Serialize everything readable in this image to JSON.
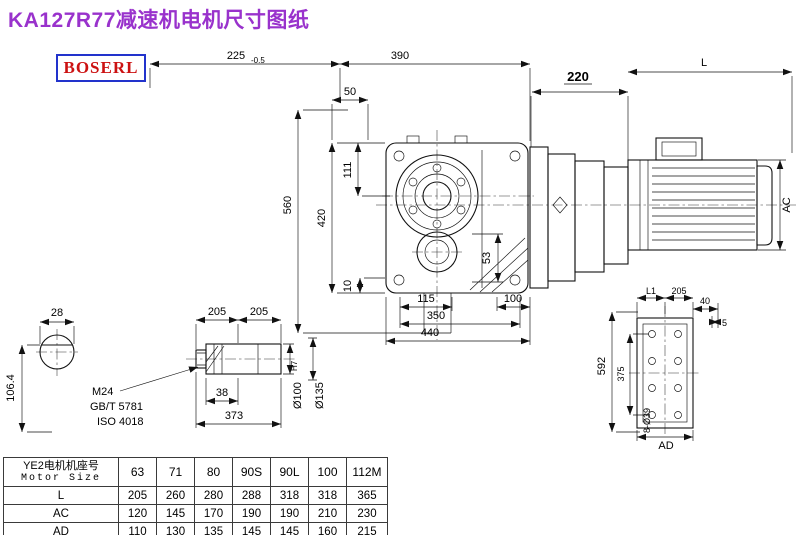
{
  "page": {
    "title": "KA127R77减速机电机尺寸图纸",
    "logo": "BOSERL"
  },
  "colors": {
    "title_color": "#9932CC",
    "logo_text": "#CC1111",
    "logo_border": "#2233CC",
    "line_color": "#111111"
  },
  "drawing": {
    "d225": "225",
    "d225_tol": "-0.5",
    "d390": "390",
    "d50": "50",
    "d220": "220",
    "dL": "L",
    "d560": "560",
    "d420": "420",
    "d111": "111",
    "d10": "10",
    "dAC": "AC",
    "d115": "115",
    "d53": "53",
    "d100": "100",
    "d350": "350",
    "d440": "440",
    "d28": "28",
    "d106_4": "106.4",
    "d205a": "205",
    "d205b": "205",
    "d38": "38",
    "d373": "373",
    "m24": "M24",
    "gb": "GB/T 5781",
    "iso": "ISO 4018",
    "d100h": "Ø100",
    "h7": "H7",
    "d135": "Ø135",
    "dL1": "L1",
    "d205c": "205",
    "d40": "40",
    "d5": "5",
    "d592": "592",
    "d375": "375",
    "d8d39": "8-Ø39",
    "dAD": "AD"
  },
  "table": {
    "header_cn": "YE2电机机座号",
    "header_en": "Motor Size",
    "sizes": [
      "63",
      "71",
      "80",
      "90S",
      "90L",
      "100",
      "112M"
    ],
    "rows": [
      {
        "label": "L",
        "values": [
          "205",
          "260",
          "280",
          "288",
          "318",
          "318",
          "365"
        ]
      },
      {
        "label": "AC",
        "values": [
          "120",
          "145",
          "170",
          "190",
          "190",
          "210",
          "230"
        ]
      },
      {
        "label": "AD",
        "values": [
          "110",
          "130",
          "135",
          "145",
          "145",
          "160",
          "215"
        ]
      }
    ]
  }
}
